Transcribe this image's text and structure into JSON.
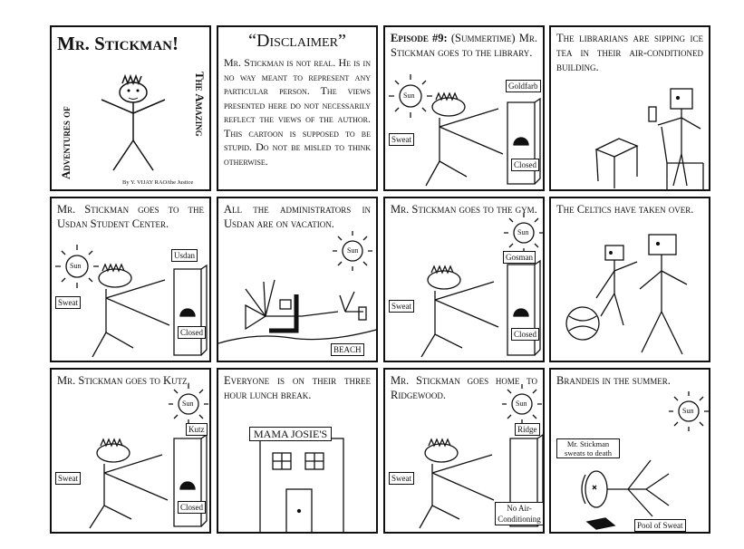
{
  "panels": [
    {
      "title_main": "Mr. Stickman!",
      "side_left": "Adventures of",
      "side_right": "The Amazing",
      "credit": "By Y. VIJAY RAO/the Justice"
    },
    {
      "heading": "“Disclaimer”",
      "text": "Mr. Stickman is not real. He is in no way meant to represent any particular person. The views presented here do not necessarily reflect the views of the author. This cartoon is supposed to be stupid. Do not be misled to think otherwise."
    },
    {
      "heading": "Episode #9:",
      "text": "(Summertime) Mr. Stickman goes to the library.",
      "sun": "Sun",
      "sweat": "Sweat",
      "place": "Goldfarb",
      "closed": "Closed"
    },
    {
      "text": "The librarians are sipping ice tea in their air-conditioned building."
    },
    {
      "text": "Mr. Stickman goes to the Usdan Student Center.",
      "sun": "Sun",
      "sweat": "Sweat",
      "place": "Usdan",
      "closed": "Closed"
    },
    {
      "text": "All the administrators in Usdan are on vacation.",
      "sun": "Sun",
      "beach": "BEACH"
    },
    {
      "text": "Mr. Stickman goes to the gym.",
      "sun": "Sun",
      "sweat": "Sweat",
      "place": "Gosman",
      "closed": "Closed"
    },
    {
      "text": "The Celtics have taken over."
    },
    {
      "text": "Mr. Stickman goes to Kutz.",
      "sun": "Sun",
      "sweat": "Sweat",
      "place": "Kutz",
      "closed": "Closed"
    },
    {
      "text": "Everyone is on their three hour lunch break.",
      "sign": "MAMA JOSIE'S"
    },
    {
      "text": "Mr. Stickman goes home to Ridgewood.",
      "sun": "Sun",
      "sweat": "Sweat",
      "place": "Ridge",
      "closed": "No Air-Conditioning"
    },
    {
      "text": "Brandeis in the summer.",
      "sun": "Sun",
      "death": "Mr. Stickman sweats to death",
      "pool": "Pool of Sweat"
    }
  ]
}
